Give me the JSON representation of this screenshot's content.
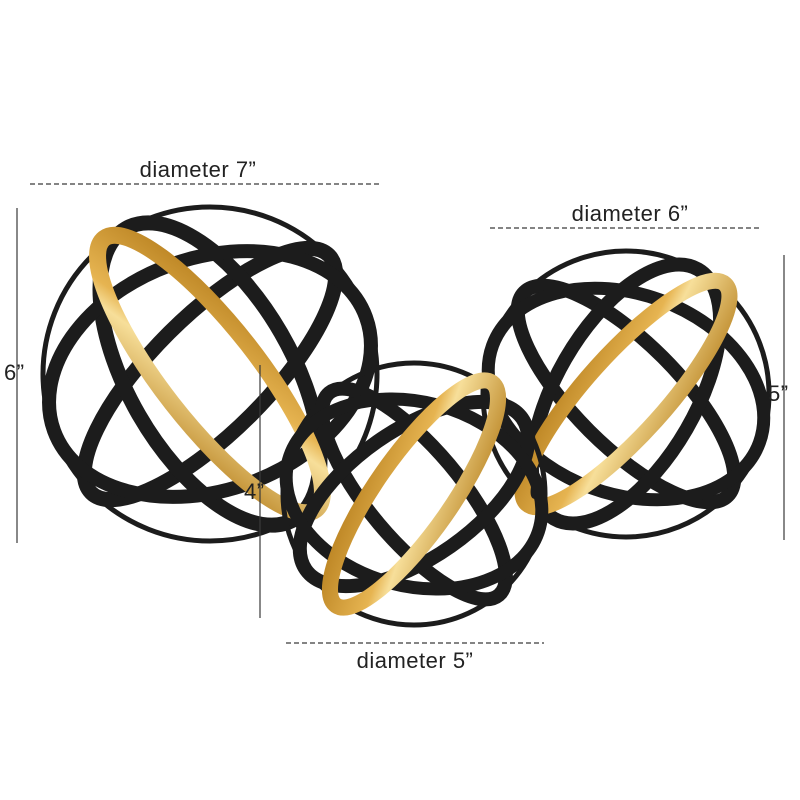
{
  "dimensions": {
    "large_diameter": "diameter 7”",
    "large_height": "6”",
    "medium_diameter": "diameter 6”",
    "medium_height": "5”",
    "small_diameter": "diameter 5”",
    "small_height": "4”"
  },
  "colors": {
    "band_black": "#1c1c1c",
    "band_gold": "#d39a2c",
    "line": "#3a3a3a",
    "background": "#ffffff"
  }
}
